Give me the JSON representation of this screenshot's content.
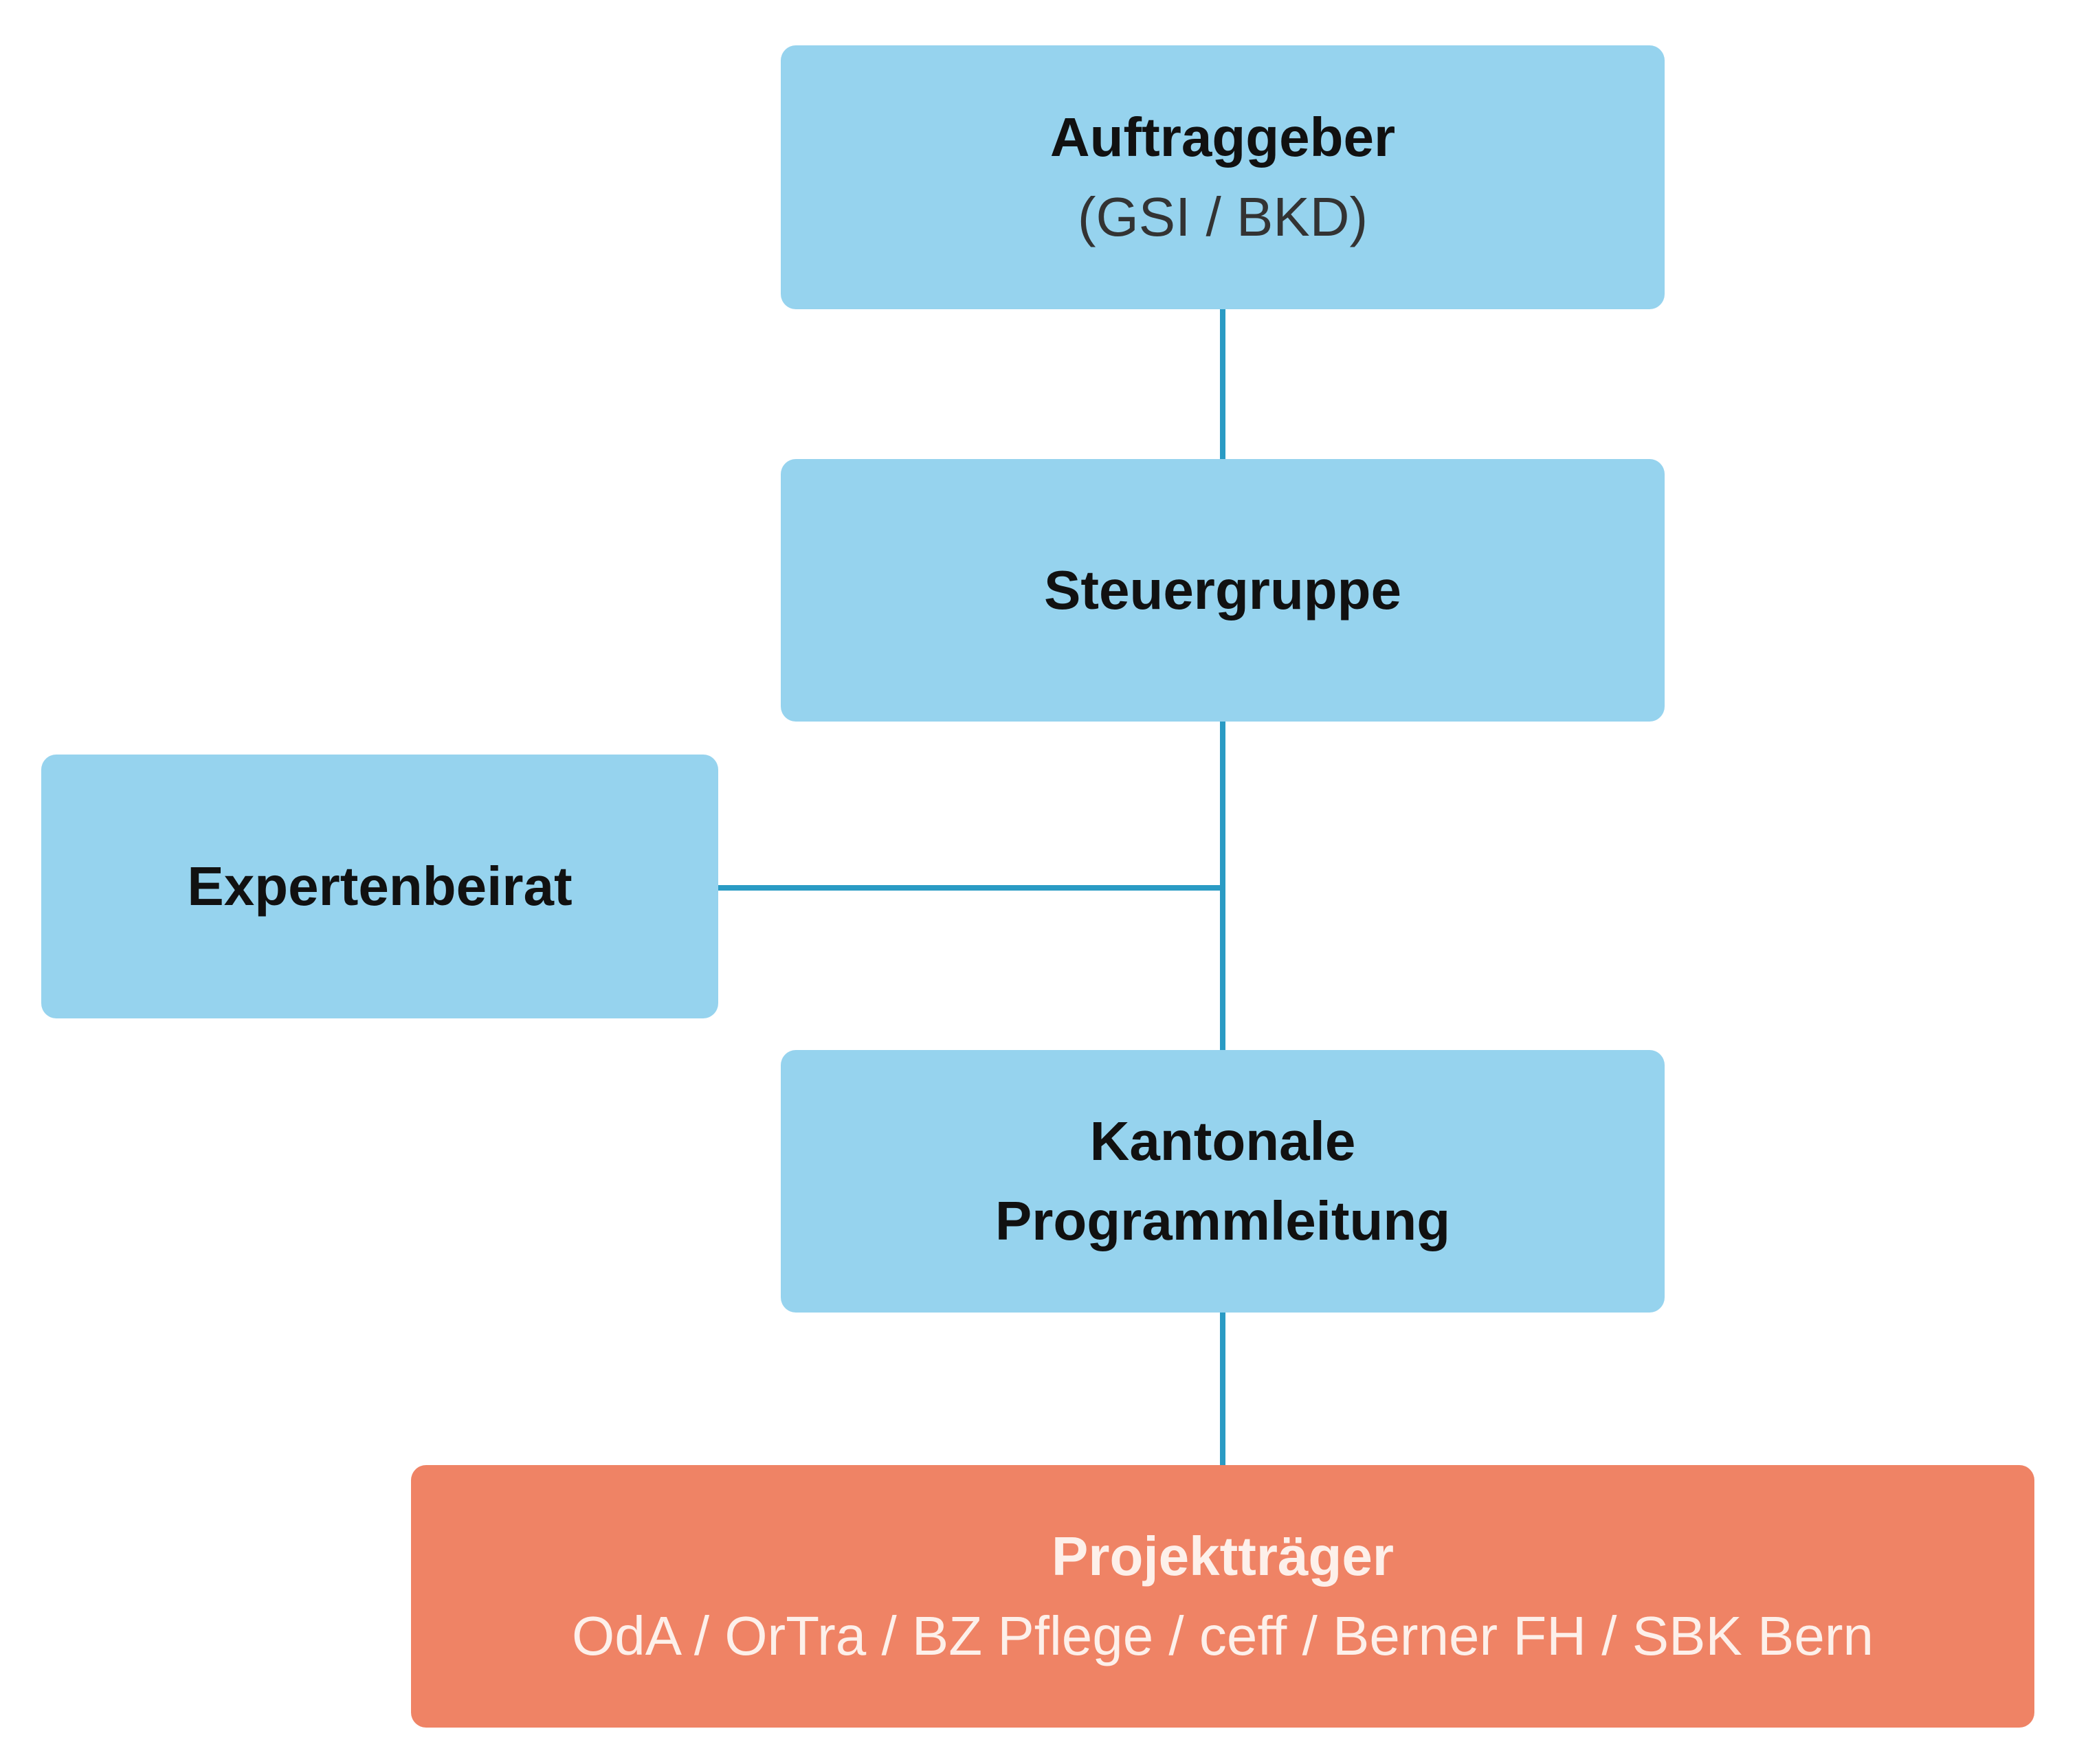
{
  "colors": {
    "box_fill": "#96d3ee",
    "highlight_fill": "#ef8365",
    "connector": "#2a9bc4"
  },
  "nodes": {
    "auftraggeber": {
      "title": "Auftraggeber",
      "subtitle": "(GSI / BKD)"
    },
    "steuergruppe": {
      "title": "Steuergruppe"
    },
    "expertenbeirat": {
      "title": "Expertenbeirat"
    },
    "programmleitung": {
      "title_line1": "Kantonale",
      "title_line2": "Programmleitung"
    },
    "projekttraeger": {
      "title": "Projektträger",
      "subtitle": "OdA / OrTra / BZ Pflege / ceff / Berner FH / SBK Bern"
    }
  }
}
